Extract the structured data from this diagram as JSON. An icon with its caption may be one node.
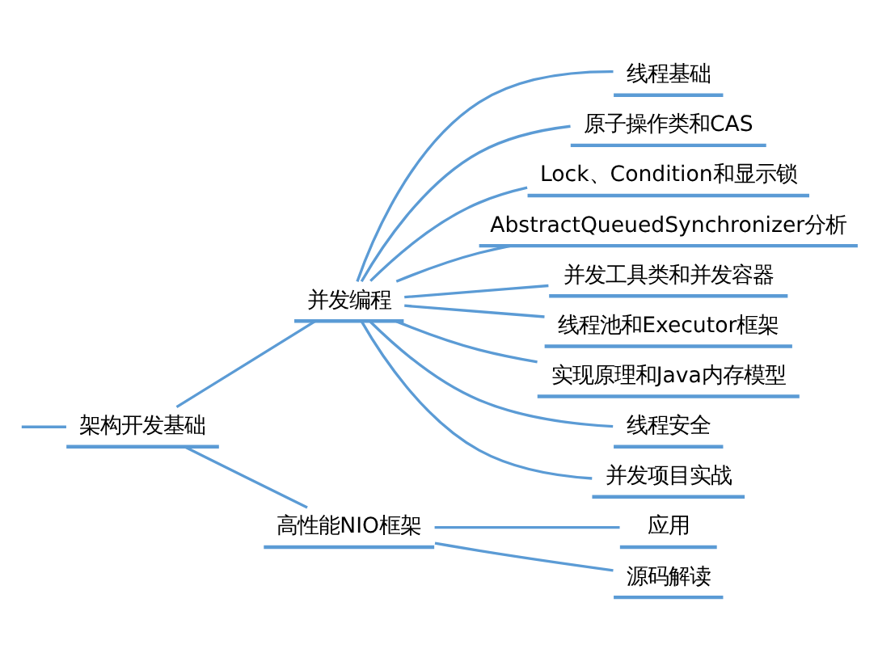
{
  "diagram": {
    "nodes": [
      {
        "text": [
          "架构开发基础"
        ]
      },
      {
        "text": [
          "并发编程"
        ]
      },
      {
        "text": [
          "线程基础"
        ]
      },
      {
        "text": [
          "原子操作类和CAS"
        ]
      },
      {
        "text": [
          "Lock、Condition和显示锁"
        ]
      },
      {
        "text": [
          "AbstractQueuedSynchronizer分析"
        ]
      },
      {
        "text": [
          "并发工具类和并发容器"
        ]
      },
      {
        "text": [
          "线程池和Executor框架"
        ]
      },
      {
        "text": [
          "实现原理和Java内存模型"
        ]
      },
      {
        "text": [
          "线程安全"
        ]
      },
      {
        "text": [
          "并发项目实战"
        ]
      },
      {
        "text": [
          "高性能NIO框架"
        ]
      },
      {
        "text": [
          "应用"
        ]
      },
      {
        "text": [
          "源码解读"
        ]
      }
    ],
    "edges": [
      {
        "from": null,
        "to": 0,
        "arrow": "none"
      },
      {
        "from": 0,
        "to": 1,
        "arrow": "none"
      },
      {
        "from": 0,
        "to": 11,
        "arrow": "none"
      },
      {
        "from": 1,
        "to": 2,
        "arrow": "none"
      },
      {
        "from": 1,
        "to": 3,
        "arrow": "none"
      },
      {
        "from": 1,
        "to": 4,
        "arrow": "none"
      },
      {
        "from": 1,
        "to": 5,
        "arrow": "none"
      },
      {
        "from": 1,
        "to": 6,
        "arrow": "none"
      },
      {
        "from": 1,
        "to": 7,
        "arrow": "none"
      },
      {
        "from": 1,
        "to": 8,
        "arrow": "none"
      },
      {
        "from": 1,
        "to": 9,
        "arrow": "none"
      },
      {
        "from": 1,
        "to": 10,
        "arrow": "none"
      },
      {
        "from": 11,
        "to": 12,
        "arrow": "none"
      },
      {
        "from": 11,
        "to": 13,
        "arrow": "none"
      }
    ]
  }
}
